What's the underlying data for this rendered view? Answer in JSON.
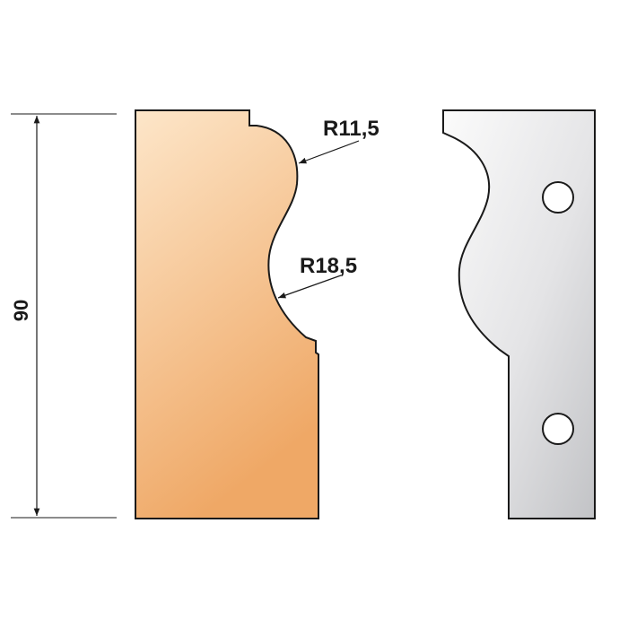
{
  "dimension": {
    "height_value": "90"
  },
  "radii": [
    {
      "label": "R11,5"
    },
    {
      "label": "R18,5"
    }
  ],
  "colors": {
    "stroke": "#1a1a1a",
    "profile_light": "#fde6c9",
    "profile_dark": "#efa866",
    "knife_light": "#f6f6f6",
    "knife_dark": "#c9cacc",
    "background": "#ffffff"
  }
}
